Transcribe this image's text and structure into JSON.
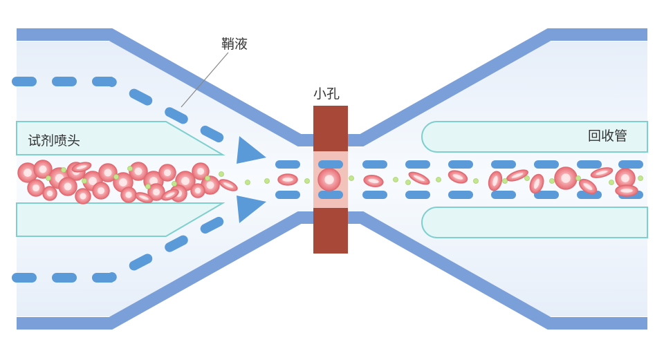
{
  "labels": {
    "sheath_fluid": "鞘液",
    "aperture": "小孔",
    "reagent_nozzle": "试剂喷头",
    "recovery_tube": "回收管"
  },
  "colors": {
    "wall": "#7b9fd9",
    "lumen_fill": "#f2f6fc",
    "inner_tube": "#e4f6f6",
    "inner_tube_edge": "#7fcfcf",
    "flow_dash": "#5a9ad8",
    "aperture_block": "#a84838",
    "aperture_glow": "#f1b8ae",
    "red_cell": "#e8747a",
    "red_cell_light": "#f8c6c8",
    "platelet": "#c3e68f",
    "label_text": "#333333",
    "leader_line": "#888888"
  }
}
